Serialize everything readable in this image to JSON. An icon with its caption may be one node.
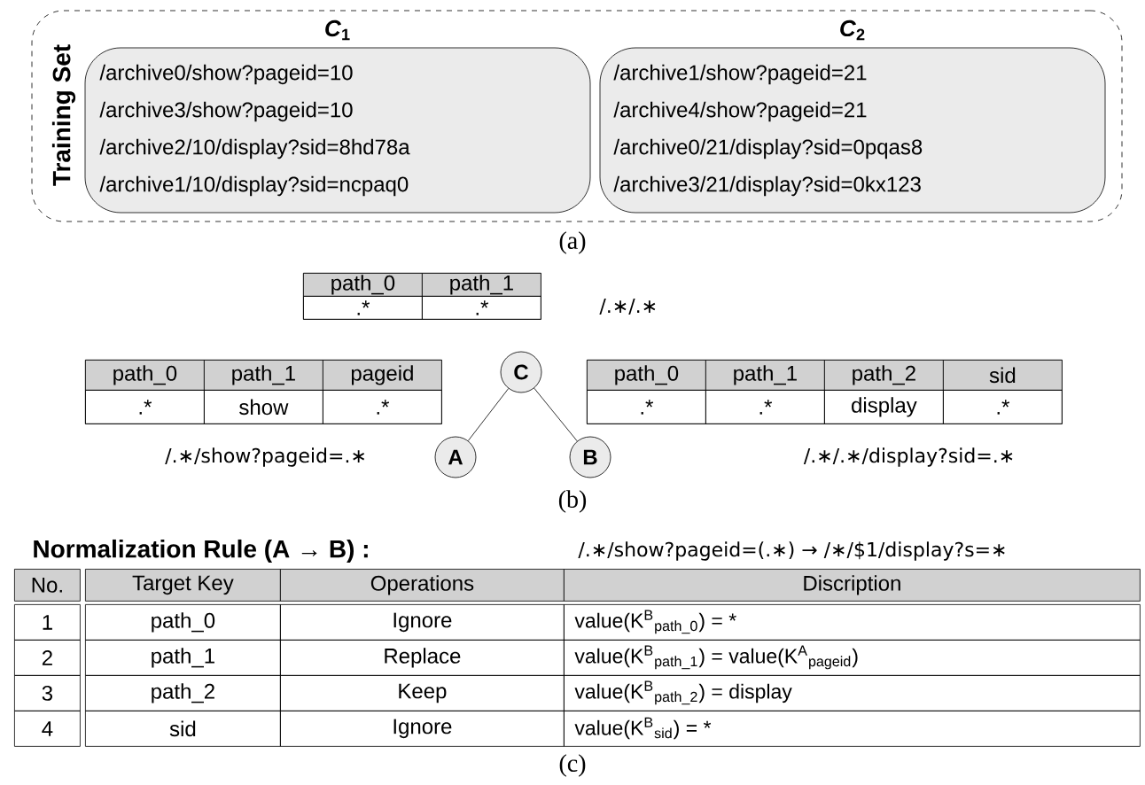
{
  "diagram": {
    "nodes": [
      {
        "text": [
          "Training Set"
        ]
      },
      {
        "text": [
          "*C*$_{1}$",
          "/archive0/show?pageid=10",
          "/archive3/show?pageid=10",
          "/archive2/10/display?sid=8hd78a",
          "/archive1/10/display?sid=ncpaq0"
        ],
        "in": 0
      },
      {
        "text": [
          "*C*$_{2}$",
          "/archive1/show?pageid=21",
          "/archive4/show?pageid=21",
          "/archive0/21/display?sid=0pqas8",
          "/archive3/21/display?sid=0kx123"
        ],
        "in": 0
      },
      {
        "text": [
          "path_0",
          "path_1",
          ".*",
          ".*"
        ],
        "beside": [
          "/.∗/.∗"
        ]
      },
      {
        "text": [
          "path_0",
          "path_1",
          "pageid",
          ".*",
          "show",
          ".*"
        ],
        "beside": [
          "/.∗/show?pageid=.∗"
        ]
      },
      {
        "text": [
          "C"
        ]
      },
      {
        "text": [
          "path_0",
          "path_1",
          "path_2",
          "sid",
          ".*",
          ".*",
          "display",
          ".*"
        ],
        "beside": [
          "/.∗/.∗/display?sid=.∗"
        ]
      },
      {
        "text": [
          "A"
        ]
      },
      {
        "text": [
          "B"
        ]
      }
    ],
    "edges": [
      {
        "from": 5,
        "to": 7,
        "arrow": "none"
      },
      {
        "from": 5,
        "to": 8,
        "arrow": "none"
      }
    ],
    "labels": [
      "(a)",
      "(b)",
      "Normalization Rule (A → B) :",
      "/.∗/show?pageid=(.∗) → /∗/$1/display?s=∗",
      "No.",
      "Target Key",
      "Operations",
      "Discription",
      "1",
      "path_0",
      "Ignore",
      "value(K$^{B}$$_{path_0}$) = *",
      "2",
      "path_1",
      "Replace",
      "value(K$^{B}$$_{path_1}$) = value(K$^{A}$$_{pageid}$)",
      "3",
      "path_2",
      "Keep",
      "value(K$^{B}$$_{path_2}$) = display",
      "4",
      "sid",
      "Ignore",
      "value(K$^{B}$$_{sid}$) = *",
      "(c)"
    ]
  }
}
